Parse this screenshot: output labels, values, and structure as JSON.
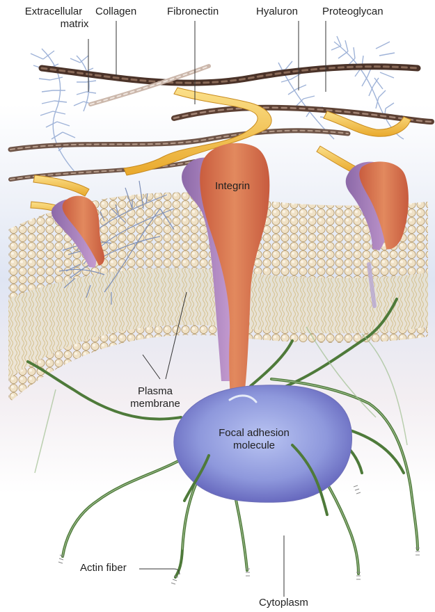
{
  "labels": {
    "extracellular_matrix_line1": "Extracellular",
    "extracellular_matrix_line2": "matrix",
    "collagen": "Collagen",
    "fibronectin": "Fibronectin",
    "hyaluron": "Hyaluron",
    "proteoglycan": "Proteoglycan",
    "integrin": "Integrin",
    "plasma_membrane_line1": "Plasma",
    "plasma_membrane_line2": "membrane",
    "focal_adhesion_line1": "Focal adhesion",
    "focal_adhesion_line2": "molecule",
    "actin_fiber": "Actin fiber",
    "cytoplasm": "Cytoplasm"
  },
  "colors": {
    "collagen": "#5a4033",
    "fibronectin": "#f2c24a",
    "integrin": "#d9774f",
    "integrin_shadow": "#a77bb8",
    "proteoglycan": "#8fa6cf",
    "membrane_head": "#e9d9bd",
    "membrane_tail": "#c9b27a",
    "focal_adhesion": "#8f99d9",
    "actin": "#4e7a3a",
    "extracellular_bg": "#e6ebf6"
  }
}
